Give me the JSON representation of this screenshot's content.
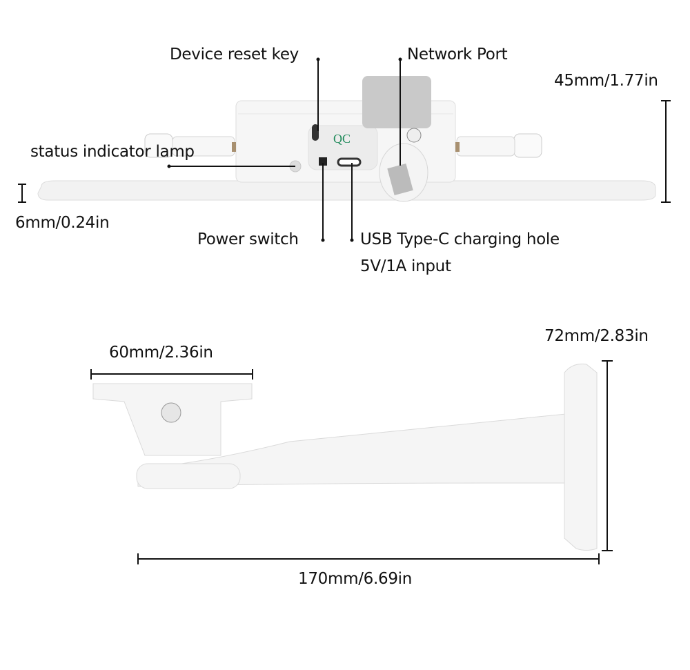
{
  "labels": {
    "reset_key": "Device reset key",
    "network_port": "Network Port",
    "height_device": "45mm/1.77in",
    "status_lamp": "status indicator lamp",
    "base_thickness": "6mm/0.24in",
    "power_switch": "Power switch",
    "usb_line1": "USB Type-C charging hole",
    "usb_line2": "5V/1A input",
    "bracket_mount_width": "60mm/2.36in",
    "bracket_height": "72mm/2.83in",
    "bracket_length": "170mm/6.69in",
    "qc_mark": "QC"
  },
  "colors": {
    "device": "#f4f4f4",
    "outline": "#d8d8d8",
    "cover": "#c8c8c8",
    "qc": "#1f8a5a",
    "line": "#111111"
  }
}
